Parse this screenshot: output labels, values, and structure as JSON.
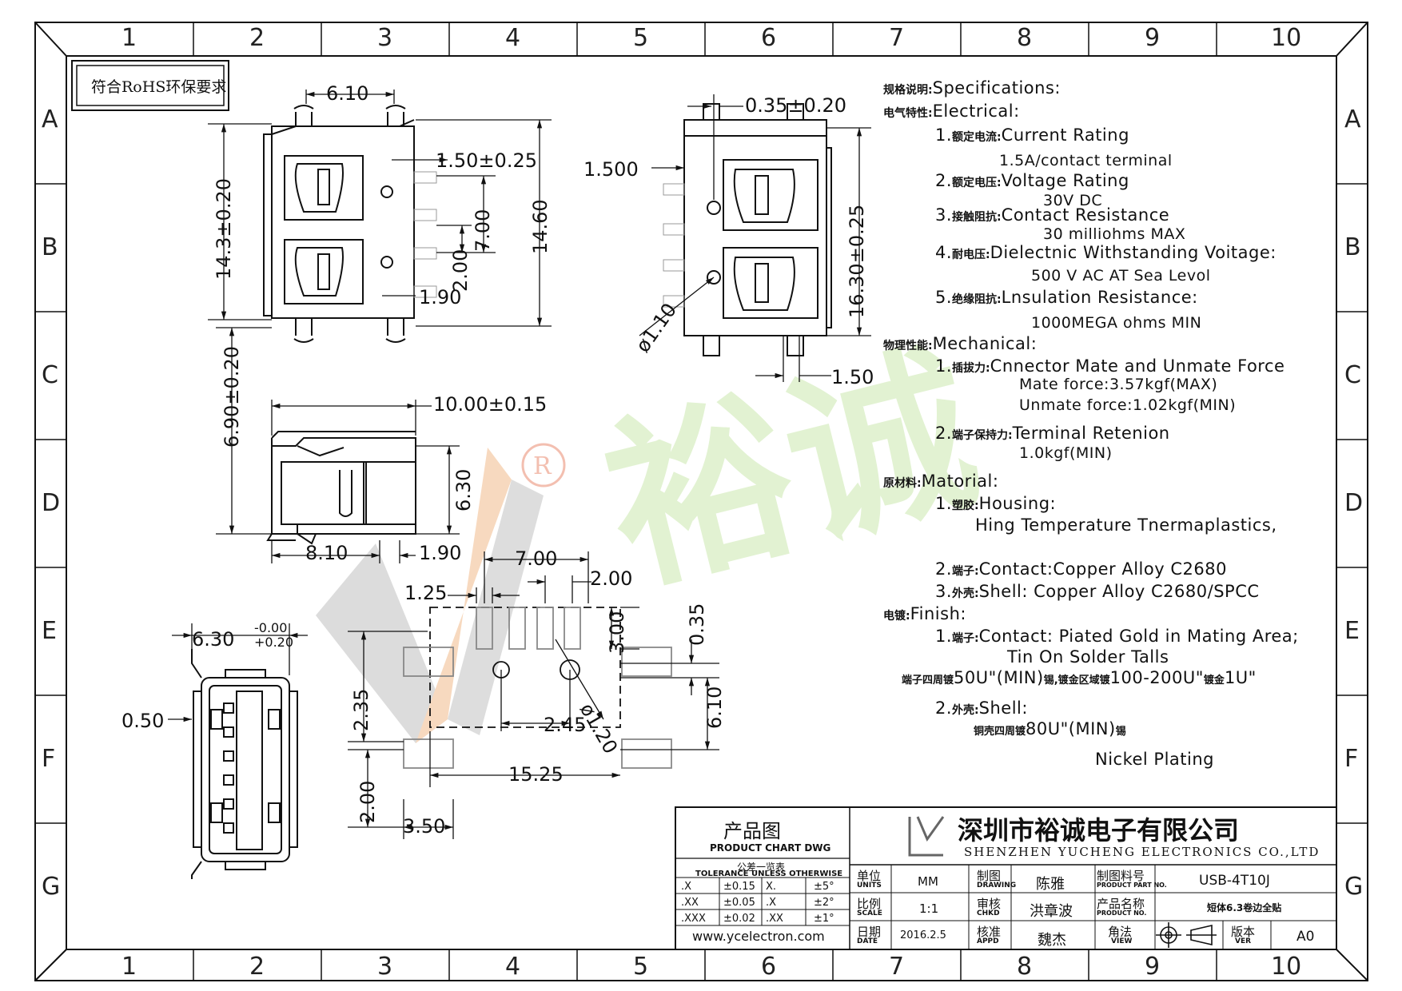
{
  "frame": {
    "columns": [
      "1",
      "2",
      "3",
      "4",
      "5",
      "6",
      "7",
      "8",
      "9",
      "10"
    ],
    "rows": [
      "A",
      "B",
      "C",
      "D",
      "E",
      "F",
      "G"
    ]
  },
  "rohs_label": "符合RoHS环保要求",
  "watermark": {
    "text": "裕诚",
    "mark": "®"
  },
  "dimensions": {
    "top_view": [
      "6.10",
      "1.50±0.25",
      "14.3±0.20",
      "14.60",
      "7.00",
      "2.00",
      "1.90"
    ],
    "side_view": [
      "10.00±0.15",
      "6.90±0.20",
      "6.30",
      "8.10",
      "1.90"
    ],
    "right_view": [
      "0.35±0.20",
      "1.500",
      "16.30±0.25",
      "1.50",
      "ø1.10"
    ],
    "pcb_layout": [
      "7.00",
      "2.00",
      "1.25",
      "3.00",
      "0.35",
      "2.35",
      "2.45",
      "ø1.20",
      "6.10",
      "15.25",
      "2.00",
      "3.50"
    ],
    "end_view": [
      "6.30",
      "-0.00",
      "+0.20",
      "0.50"
    ]
  },
  "specs": {
    "specifications": {
      "cn": "规格说明:",
      "en": "Specifications:"
    },
    "electrical": {
      "cn": "电气特性:",
      "en": "Electrical:"
    },
    "e1": {
      "num": "1.",
      "cn": "额定电流:",
      "en": "Current  Rating",
      "value": "1.5A/contact  terminal"
    },
    "e2": {
      "num": "2.",
      "cn": "额定电压:",
      "en": "Voltage  Rating",
      "value": "30V  DC"
    },
    "e3": {
      "num": "3.",
      "cn": "接触阻抗:",
      "en": "Contact  Resistance",
      "value": "30  milliohms  MAX"
    },
    "e4": {
      "num": "4.",
      "cn": "耐电压:",
      "en": "Dielectnic  Withstanding  Voitage:",
      "value": "500  V  AC  AT  Sea  Levol"
    },
    "e5": {
      "num": "5.",
      "cn": "绝缘阻抗:",
      "en": "Lnsulation  Resistance:",
      "value": "1000MEGA  ohms  MIN"
    },
    "mechanical": {
      "cn": "物理性能:",
      "en": "Mechanical:"
    },
    "m1": {
      "num": "1.",
      "cn": "插拔力:",
      "en": "Cnnector  Mate  and  Unmate  Force",
      "v1": "Mate  force:3.57kgf(MAX)",
      "v2": "Unmate  force:1.02kgf(MIN)"
    },
    "m2": {
      "num": "2.",
      "cn": "端子保持力:",
      "en": "Terminal  Retenion",
      "value": "1.0kgf(MIN)"
    },
    "material": {
      "cn": "原材料:",
      "en": "Matorial:"
    },
    "mt1": {
      "num": "1.",
      "cn": "塑胶:",
      "en": "Housing:",
      "value": "Hing  Temperature    Tnermaplastics,"
    },
    "mt2": {
      "num": "2.",
      "cn": "端子:",
      "en": "Contact:Copper  Alloy  C2680"
    },
    "mt3": {
      "num": "3.",
      "cn": "外壳:",
      "en": "Shell:  Copper  Alloy  C2680/SPCC"
    },
    "finish": {
      "cn": "电镀:",
      "en": "Finish:"
    },
    "f1": {
      "num": "1.",
      "cn": "端子:",
      "en": "Contact:  Piated  Gold  in  Mating  Area;",
      "value": "Tin  On  Solder  Talls"
    },
    "f1b": {
      "p1": "端子四周镀",
      "p2": "50U\"(MIN)",
      "p3": "锡,镀金区域镀",
      "p4": "100-200U\"",
      "p5": "镀金",
      "p6": "1U\""
    },
    "f2": {
      "num": "2.",
      "cn": "外壳:",
      "en": "Shell:",
      "p1": "铜壳四周镀",
      "p2": "80U\"(MIN)",
      "p3": "锡",
      "value": "Nickel  Plating"
    }
  },
  "title_block": {
    "chart_cn": "产品图",
    "chart_en": "PRODUCT CHART DWG",
    "tol_cn": "公差一览表",
    "tol_en": "TOLERANCE UNLESS OTHERWISE",
    "tolerances": [
      [
        ".X",
        "±0.15",
        "X.",
        "±5°"
      ],
      [
        ".XX",
        "±0.05",
        ".X",
        "±2°"
      ],
      [
        ".XXX",
        "±0.02",
        ".XX",
        "±1°"
      ]
    ],
    "website": "www.ycelectron.com",
    "company_cn": "深圳市裕诚电子有限公司",
    "company_en": "SHENZHEN YUCHENG ELECTRONICS CO.,LTD",
    "units_cn": "单位",
    "units_en": "UNITS",
    "units_val": "MM",
    "scale_cn": "比例",
    "scale_en": "SCALE",
    "scale_val": "1:1",
    "date_cn": "日期",
    "date_en": "DATE",
    "date_val": "2016.2.5",
    "drawing_cn": "制图",
    "drawing_en": "DRAWING",
    "drawing_val": "陈雅",
    "chkd_cn": "审核",
    "chkd_en": "CHKD",
    "chkd_val": "洪章波",
    "appd_cn": "核准",
    "appd_en": "APPD",
    "appd_val": "魏杰",
    "partno_cn": "制图料号",
    "partno_en": "PRODUCT PART NO.",
    "partno_val": "USB-4T10J",
    "prodname_cn": "产品名称",
    "prodname_en": "PRODUCT NO.",
    "prodname_val": "短体6.3卷边全贴",
    "view_cn": "角法",
    "view_en": "VIEW",
    "ver_cn": "版本",
    "ver_en": "VER",
    "ver_val": "A0"
  },
  "colors": {
    "line": "#111111",
    "watermark_green": "#d8efc4",
    "watermark_orange": "#f6d2b4",
    "watermark_gray": "#d4d4d4"
  }
}
